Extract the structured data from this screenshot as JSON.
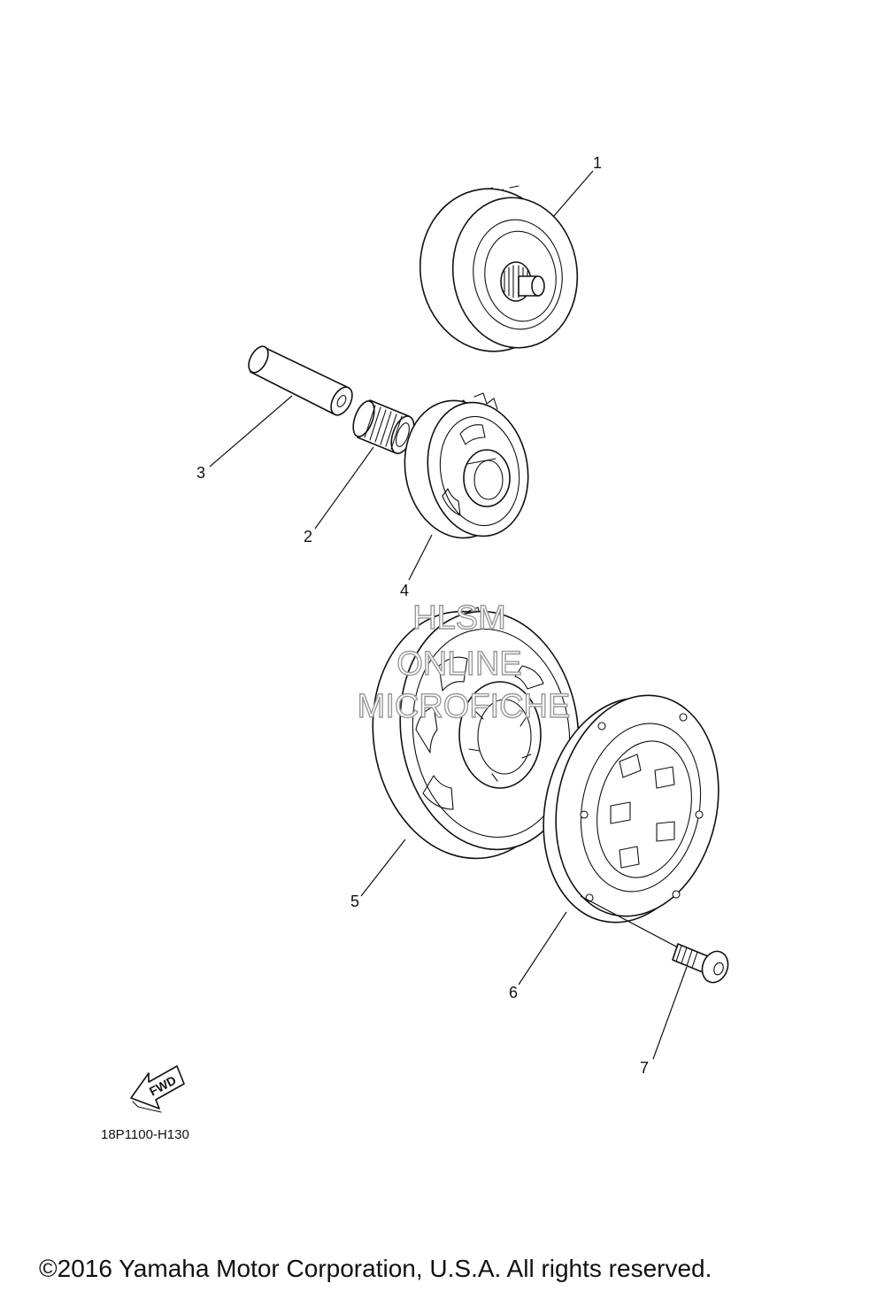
{
  "callouts": [
    {
      "label": "1"
    },
    {
      "label": "2"
    },
    {
      "label": "3"
    },
    {
      "label": "4"
    },
    {
      "label": "5"
    },
    {
      "label": "6"
    },
    {
      "label": "7"
    }
  ],
  "watermark": {
    "line1": "HLSM",
    "line2": "ONLINE",
    "line3": "MICROFICHE"
  },
  "fwd_label": "FWD",
  "diagram_code": "18P1100-H130",
  "copyright": "©2016 Yamaha Motor Corporation, U.S.A. All rights reserved."
}
